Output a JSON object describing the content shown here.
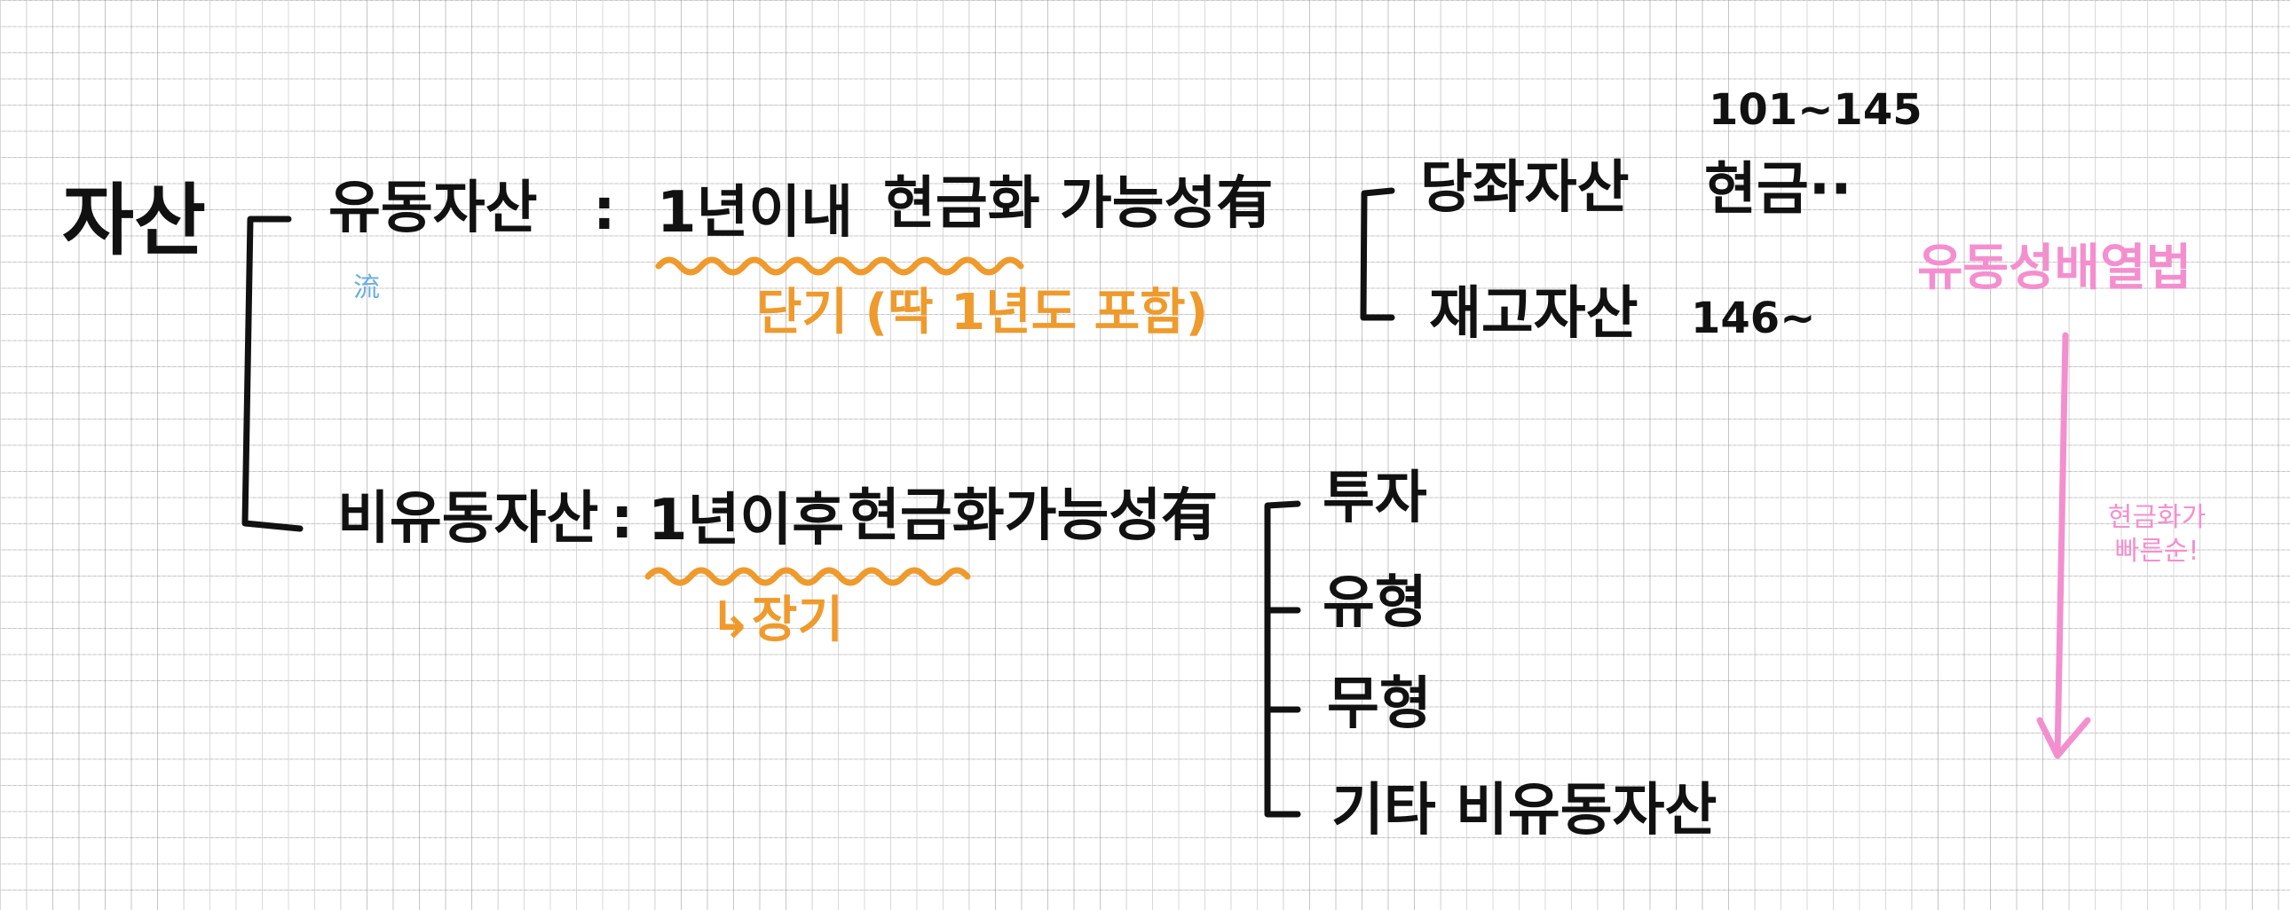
{
  "diagram": {
    "root": "자산",
    "current": {
      "name": "유동자산",
      "colon": ":",
      "hanja": "流",
      "criterion": "1년이내",
      "criterion_rest": "현금화 가능성有",
      "note": "단기 (딱 1년도 포함)",
      "children": [
        {
          "label": "당좌자산",
          "extra": "현금··",
          "range": "101~145"
        },
        {
          "label": "재고자산",
          "range": "146~"
        }
      ]
    },
    "noncurrent": {
      "name": "비유동자산",
      "colon": ":",
      "criterion": "1년이후",
      "criterion_rest": "현금화가능성有",
      "note": "↳장기",
      "children": [
        "투자",
        "유형",
        "무형",
        "기타 비유동자산"
      ]
    },
    "order_method": {
      "title": "유동성배열법",
      "note_line1": "현금화가",
      "note_line2": "빠른순!"
    }
  },
  "colors": {
    "ink": "#111111",
    "orange": "#ef9a2c",
    "pink": "#f48fcf",
    "blue": "#6aaee0"
  }
}
